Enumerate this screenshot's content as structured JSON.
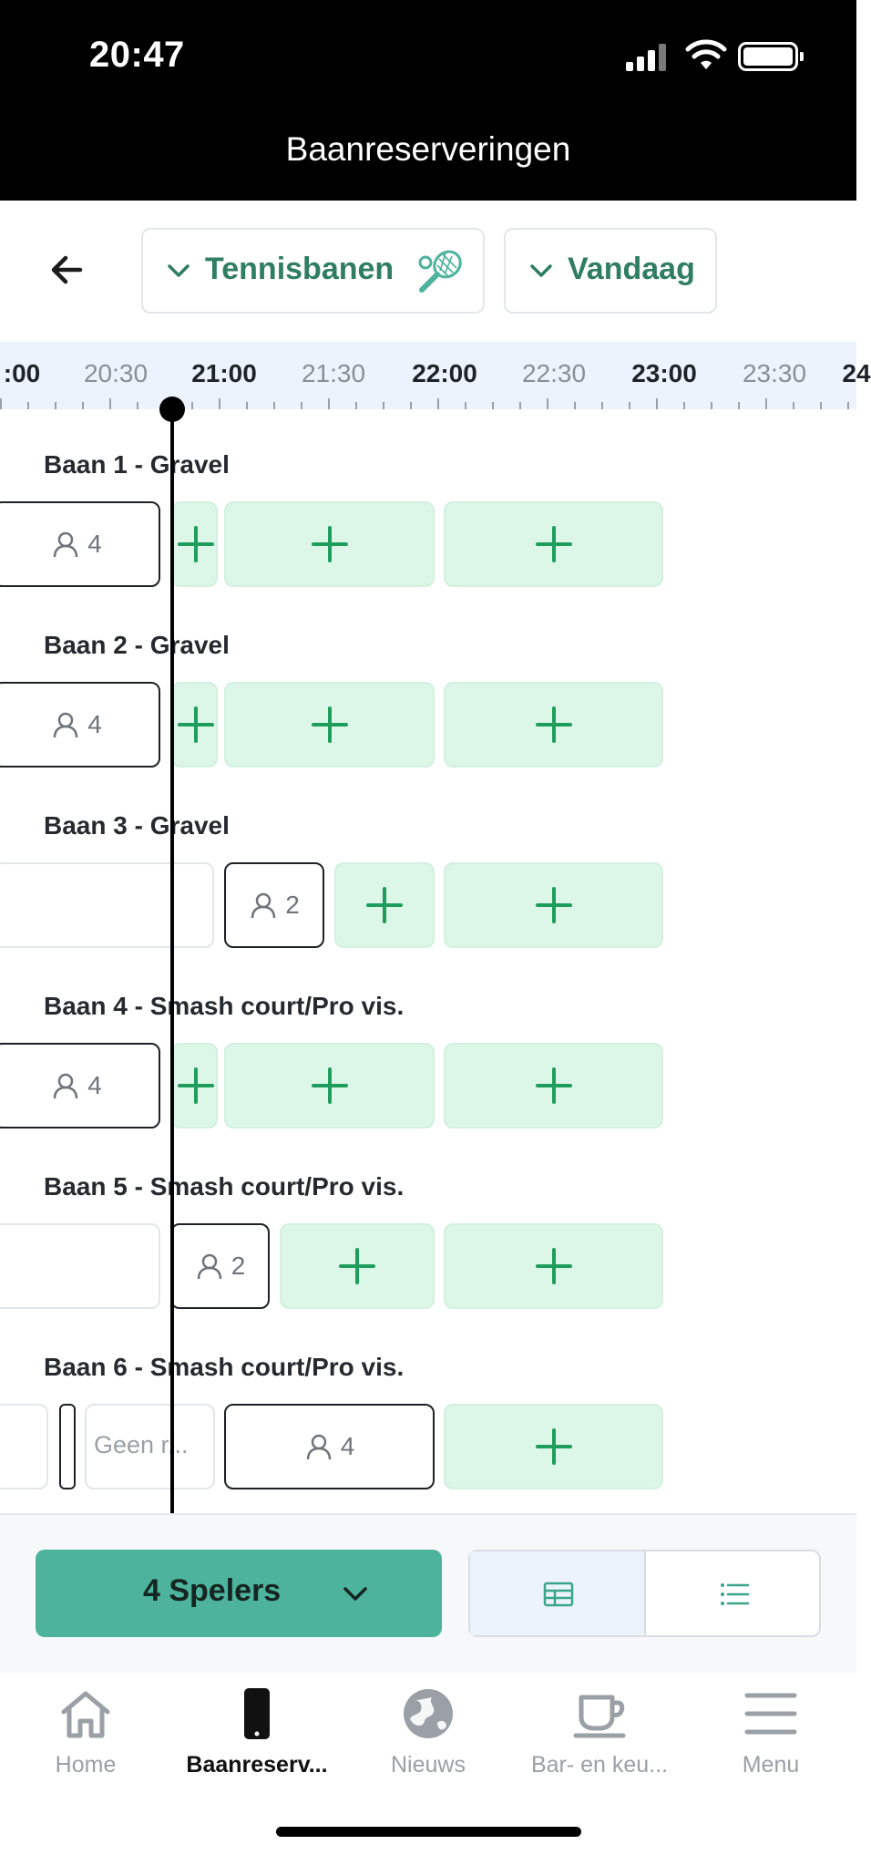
{
  "status_bar": {
    "time": "20:47"
  },
  "header": {
    "title": "Baanreserveringen"
  },
  "filters": {
    "court_type": "Tennisbanen",
    "day": "Vandaag"
  },
  "timeline": {
    "labels": [
      ":00",
      "20:30",
      "21:00",
      "21:30",
      "22:00",
      "22:30",
      "23:00",
      "23:30",
      "24"
    ]
  },
  "courts": [
    {
      "title": "Baan 1 - Gravel",
      "slots": [
        {
          "type": "busy",
          "players": "4"
        },
        {
          "type": "free"
        },
        {
          "type": "free"
        },
        {
          "type": "free"
        }
      ]
    },
    {
      "title": "Baan 2 - Gravel",
      "slots": [
        {
          "type": "busy",
          "players": "4"
        },
        {
          "type": "free"
        },
        {
          "type": "free"
        },
        {
          "type": "free"
        }
      ]
    },
    {
      "title": "Baan 3 - Gravel",
      "slots": [
        {
          "type": "empty"
        },
        {
          "type": "busy",
          "players": "2"
        },
        {
          "type": "free"
        },
        {
          "type": "free"
        }
      ]
    },
    {
      "title": "Baan 4 - Smash court/Pro vis.",
      "slots": [
        {
          "type": "busy",
          "players": "4"
        },
        {
          "type": "free"
        },
        {
          "type": "free"
        },
        {
          "type": "free"
        }
      ]
    },
    {
      "title": "Baan 5 - Smash court/Pro vis.",
      "slots": [
        {
          "type": "empty"
        },
        {
          "type": "busy",
          "players": "2"
        },
        {
          "type": "free"
        },
        {
          "type": "free"
        }
      ]
    },
    {
      "title": "Baan 6 - Smash court/Pro vis.",
      "slots": [
        {
          "type": "empty"
        },
        {
          "type": "narrow"
        },
        {
          "type": "empty",
          "text": "Geen r..."
        },
        {
          "type": "busy",
          "players": "4"
        },
        {
          "type": "free"
        }
      ]
    }
  ],
  "action_bar": {
    "players_label": "4 Spelers"
  },
  "tabs": [
    {
      "label": "Home",
      "icon": "home-icon",
      "active": false
    },
    {
      "label": "Baanreserv...",
      "icon": "phone-icon",
      "active": true
    },
    {
      "label": "Nieuws",
      "icon": "globe-icon",
      "active": false
    },
    {
      "label": "Bar- en keu...",
      "icon": "coffee-cup-icon",
      "active": false
    },
    {
      "label": "Menu",
      "icon": "menu-icon",
      "active": false
    }
  ],
  "colors": {
    "accent": "#4db39d",
    "free_slot": "#dcf7e8",
    "plus": "#1f9d5c",
    "filter_text": "#2f7d62"
  }
}
